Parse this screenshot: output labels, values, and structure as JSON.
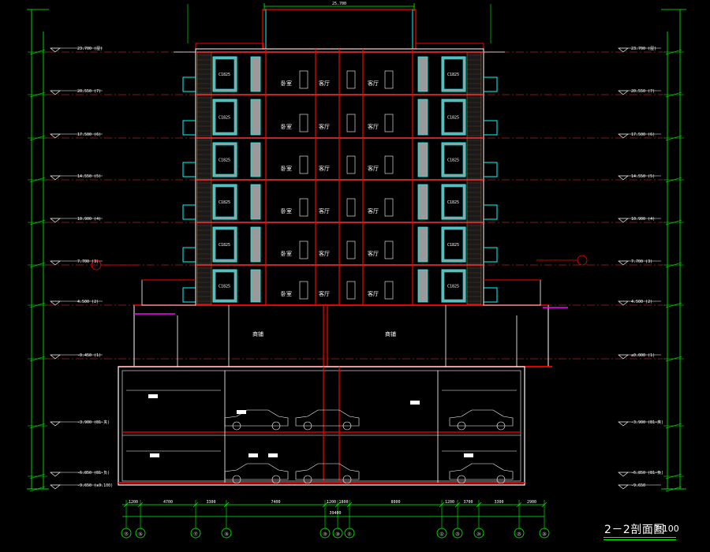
{
  "title": {
    "main": "2－2剖面图",
    "scale": "1:100"
  },
  "top_dimension": "25.700",
  "elevations_left": [
    {
      "label": "23.700 (屋)"
    },
    {
      "label": "20.550 (7)"
    },
    {
      "label": "17.500 (6)"
    },
    {
      "label": "14.550 (5)"
    },
    {
      "label": "10.900 (4)"
    },
    {
      "label": "7.700 (3)"
    },
    {
      "label": "4.500 (2)"
    },
    {
      "label": "-0.450 (1)"
    },
    {
      "label": "-3.900 (B1-夹)"
    },
    {
      "label": "-6.850 (B1-负)"
    },
    {
      "label": "-9.650 (±9.100)"
    }
  ],
  "elevations_right": [
    {
      "label": "23.700 (屋)"
    },
    {
      "label": "20.550 (7)"
    },
    {
      "label": "17.500 (6)"
    },
    {
      "label": "14.550 (5)"
    },
    {
      "label": "10.900 (4)"
    },
    {
      "label": "7.700 (3)"
    },
    {
      "label": "4.500 (2)"
    },
    {
      "label": "±0.000 (1)"
    },
    {
      "label": "-3.900 (B1-夹)"
    },
    {
      "label": "-6.850 (B1-负)"
    },
    {
      "label": "-9.650"
    }
  ],
  "room_labels": {
    "shop_left": "商铺",
    "shop_right": "商铺",
    "bedroom": "卧室",
    "hall": "客厅",
    "window": "C1825"
  },
  "axis_labels": [
    "⑮",
    "⑯",
    "⑰",
    "⑱",
    "⑲",
    "⑳",
    "㉑",
    "㉒",
    "㉓",
    "㉔",
    "㉕",
    "㉖"
  ],
  "bottom_dimensions": [
    "1200",
    "4700",
    "3300",
    "7400",
    "1200",
    "1800",
    "8000",
    "1200",
    "3700",
    "3300",
    "2900"
  ],
  "bottom_total": "39400",
  "colors": {
    "background": "#000000",
    "wall": "#ff0000",
    "floor": "#ff3333",
    "window": "#00ffff",
    "dimension": "#00ff00",
    "text": "#ffffff",
    "grey_fill": "#9a9a9a",
    "magenta": "#ff00ff",
    "yellow": "#ffff00"
  }
}
